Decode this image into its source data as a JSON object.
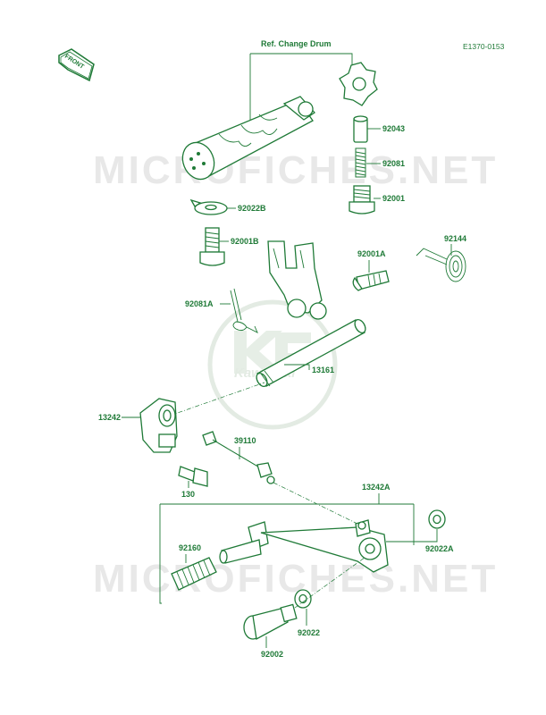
{
  "diagram": {
    "code": "E1370-0153",
    "front_label": "FRONT",
    "group_label": "Ref. Change Drum",
    "watermark_text": "MICROFICHES.NET",
    "logo_text": "Kawasaki",
    "accent_color": "#1f7a37",
    "parts": {
      "p92043": "92043",
      "p92081": "92081",
      "p92001": "92001",
      "p92022b": "92022B",
      "p92001b": "92001B",
      "p92001a": "92001A",
      "p92144": "92144",
      "p92081a": "92081A",
      "p13161": "13161",
      "p13242": "13242",
      "p39110": "39110",
      "p130": "130",
      "p13242a": "13242A",
      "p92160": "92160",
      "p92022a": "92022A",
      "p92022": "92022",
      "p92002": "92002"
    }
  }
}
